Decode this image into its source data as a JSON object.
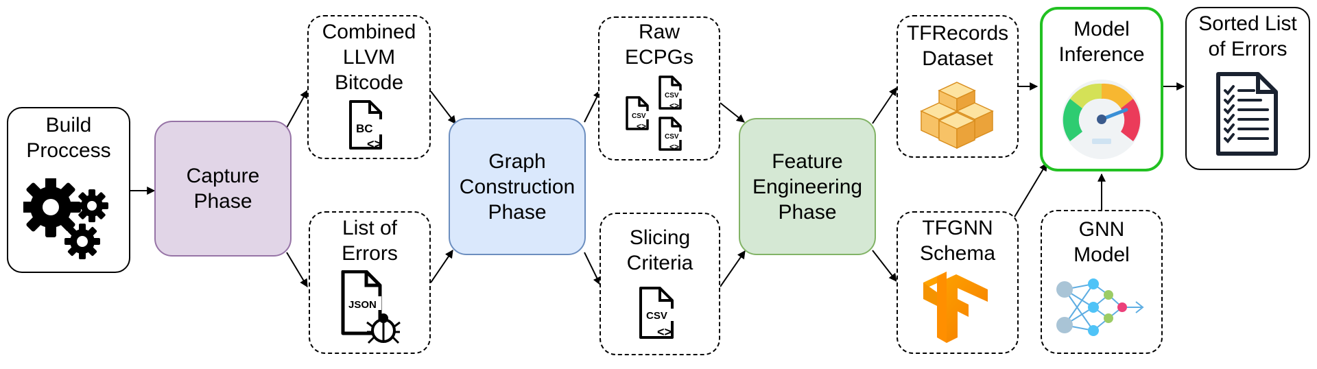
{
  "nodes": {
    "build": "Build\nProccess",
    "capture": "Capture\nPhase",
    "llvm": "Combined\nLLVM\nBitcode",
    "errors": "List of\nErrors",
    "graph": "Graph\nConstruction\nPhase",
    "ecpg": "Raw\nECPGs",
    "slicing": "Slicing\nCriteria",
    "feature": "Feature\nEngineering\nPhase",
    "tfrecords": "TFRecords\nDataset",
    "tfgnn": "TFGNN\nSchema",
    "inference": "Model\nInference",
    "gnn": "GNN\nModel",
    "sorted": "Sorted List\nof Errors"
  },
  "icon_labels": {
    "bc": "BC",
    "json": "JSON",
    "csv": "CSV"
  },
  "icons": [
    "gears-icon",
    "bc-file-icon",
    "json-file-icon",
    "bug-icon",
    "csv-files-icon",
    "csv-file-icon",
    "cubes-icon",
    "tensorflow-icon",
    "gauge-icon",
    "neural-network-icon",
    "checklist-icon"
  ],
  "colors": {
    "capture_fill": "#e1d5e7",
    "graph_fill": "#dae8fc",
    "feature_fill": "#d5e8d4",
    "inference_border": "#22c122"
  }
}
